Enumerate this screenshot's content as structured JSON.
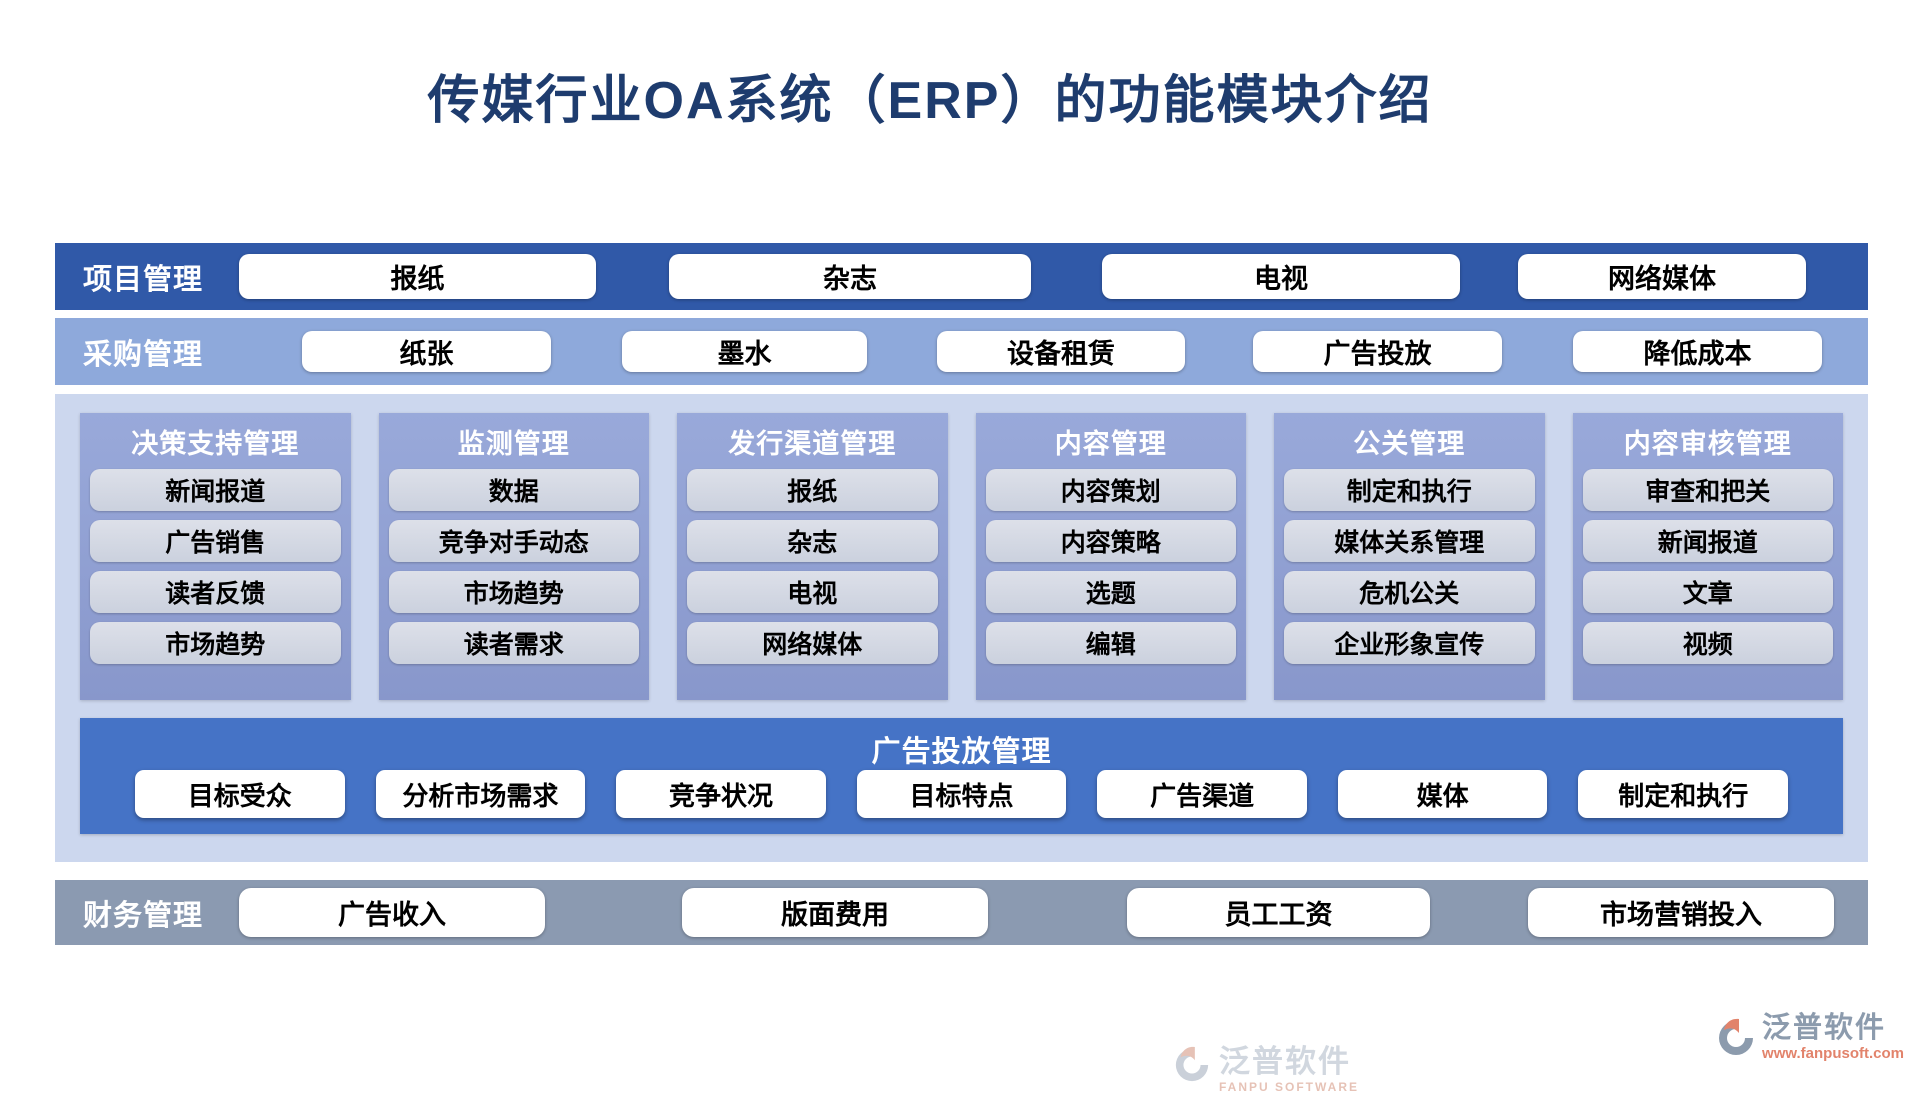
{
  "page_title": "传媒行业OA系统（ERP）的功能模块介绍",
  "project_row": {
    "label": "项目管理",
    "items": [
      "报纸",
      "杂志",
      "电视",
      "网络媒体"
    ]
  },
  "procurement_row": {
    "label": "采购管理",
    "items": [
      "纸张",
      "墨水",
      "设备租赁",
      "广告投放",
      "降低成本"
    ]
  },
  "module_columns": [
    {
      "title": "决策支持管理",
      "items": [
        "新闻报道",
        "广告销售",
        "读者反馈",
        "市场趋势"
      ]
    },
    {
      "title": "监测管理",
      "items": [
        "数据",
        "竞争对手动态",
        "市场趋势",
        "读者需求"
      ]
    },
    {
      "title": "发行渠道管理",
      "items": [
        "报纸",
        "杂志",
        "电视",
        "网络媒体"
      ]
    },
    {
      "title": "内容管理",
      "items": [
        "内容策划",
        "内容策略",
        "选题",
        "编辑"
      ]
    },
    {
      "title": "公关管理",
      "items": [
        "制定和执行",
        "媒体关系管理",
        "危机公关",
        "企业形象宣传"
      ]
    },
    {
      "title": "内容审核管理",
      "items": [
        "审查和把关",
        "新闻报道",
        "文章",
        "视频"
      ]
    }
  ],
  "ad_band": {
    "title": "广告投放管理",
    "items": [
      "目标受众",
      "分析市场需求",
      "竞争状况",
      "目标特点",
      "广告渠道",
      "媒体",
      "制定和执行"
    ]
  },
  "finance_row": {
    "label": "财务管理",
    "items": [
      "广告收入",
      "版面费用",
      "员工工资",
      "市场营销投入"
    ]
  },
  "watermark_center": {
    "brand": "泛普软件",
    "brand_en": "FANPU SOFTWARE"
  },
  "watermark_corner": {
    "brand": "泛普软件",
    "url": "www.fanpusoft.com"
  },
  "colors": {
    "title_text": "#1E3C6E",
    "project_band": "#3059A8",
    "procurement_band": "#8EA9DB",
    "panel_background": "#CCD7EE",
    "column_gradient_top": "#99A9DA",
    "column_gradient_bottom": "#8897CB",
    "item_chip": "#D9DDE6",
    "ad_band": "#4573C6",
    "finance_band": "#8B9AB1",
    "chip_white": "#FFFFFF",
    "watermark_salmon": "#E2836B",
    "watermark_gray": "#8C9BAD"
  }
}
